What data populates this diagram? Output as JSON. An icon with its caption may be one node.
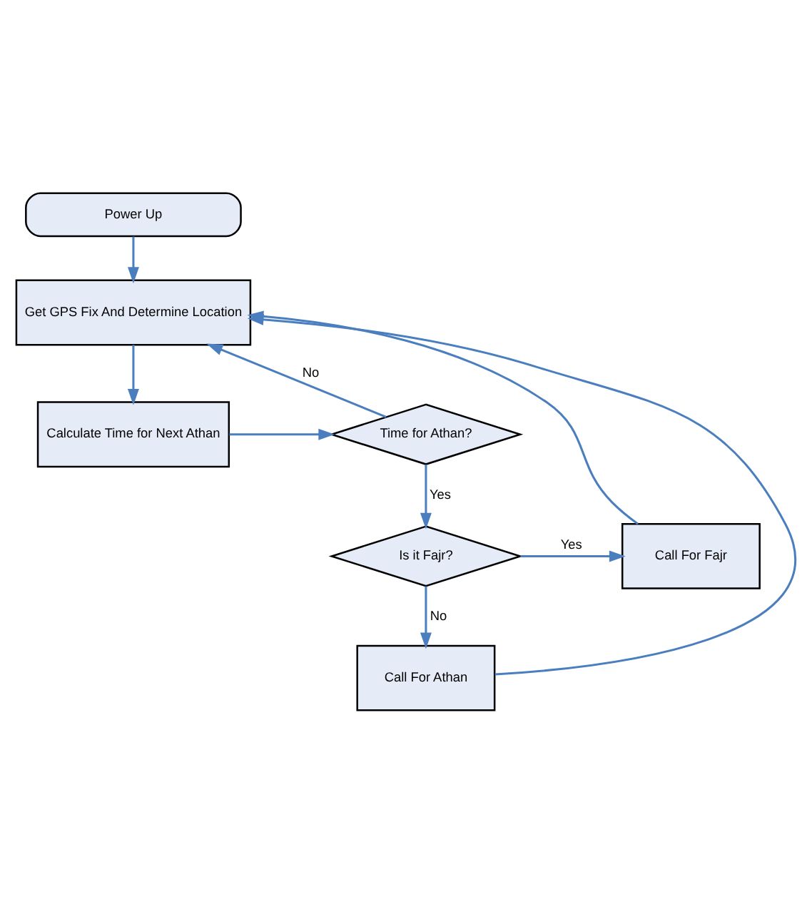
{
  "diagram": {
    "nodes": [
      {
        "text": [
          "Power Up"
        ]
      },
      {
        "text": [
          "Get GPS Fix And Determine Location"
        ]
      },
      {
        "text": [
          "Calculate Time for Next Athan"
        ]
      },
      {
        "text": [
          "Time for Athan?"
        ]
      },
      {
        "text": [
          "Is it Fajr?"
        ]
      },
      {
        "text": [
          "Call For Fajr"
        ]
      },
      {
        "text": [
          "Call For Athan"
        ]
      }
    ],
    "edges": [
      {
        "from": 0,
        "to": 1,
        "arrow": "to"
      },
      {
        "from": 1,
        "to": 2,
        "arrow": "to"
      },
      {
        "from": 2,
        "to": 3,
        "arrow": "to"
      },
      {
        "from": 3,
        "to": 1,
        "arrow": "to",
        "label": "No"
      },
      {
        "from": 3,
        "to": 4,
        "arrow": "to",
        "label": "Yes"
      },
      {
        "from": 4,
        "to": 5,
        "arrow": "to",
        "label": "Yes"
      },
      {
        "from": 4,
        "to": 6,
        "arrow": "to",
        "label": "No"
      },
      {
        "from": 5,
        "to": 1,
        "arrow": "to"
      },
      {
        "from": 6,
        "to": 1,
        "arrow": "to"
      }
    ]
  }
}
